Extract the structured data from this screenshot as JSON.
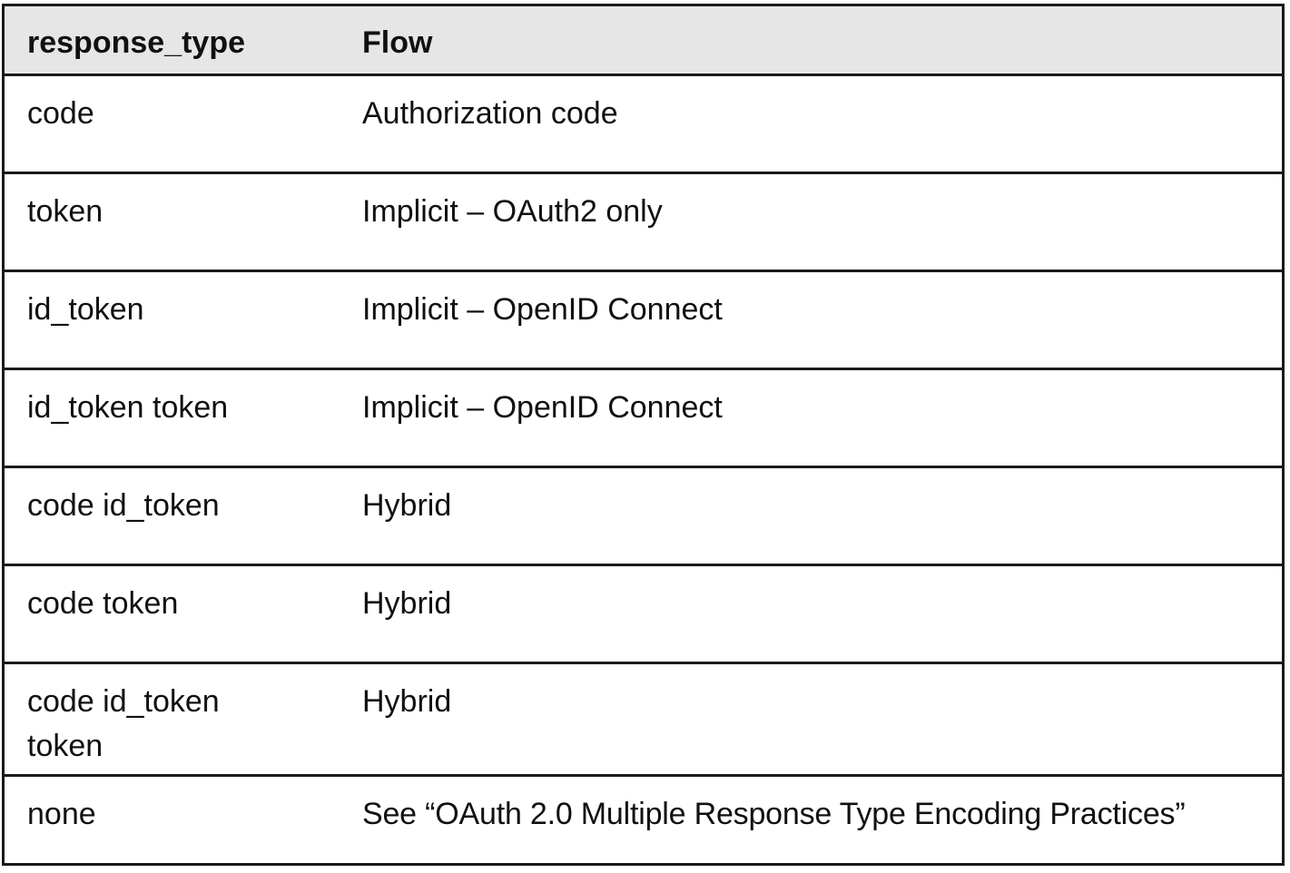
{
  "table": {
    "headers": [
      "response_type",
      "Flow"
    ],
    "rows": [
      {
        "response_type": "code",
        "flow": "Authorization code"
      },
      {
        "response_type": "token",
        "flow": "Implicit – OAuth2 only"
      },
      {
        "response_type": "id_token",
        "flow": "Implicit – OpenID Connect"
      },
      {
        "response_type": "id_token token",
        "flow": "Implicit – OpenID Connect"
      },
      {
        "response_type": "code id_token",
        "flow": "Hybrid"
      },
      {
        "response_type": "code token",
        "flow": "Hybrid"
      },
      {
        "response_type": "code id_token\ntoken",
        "flow": "Hybrid"
      },
      {
        "response_type": "none",
        "flow": "See “OAuth 2.0 Multiple Response Type Encoding Practices”"
      }
    ]
  }
}
